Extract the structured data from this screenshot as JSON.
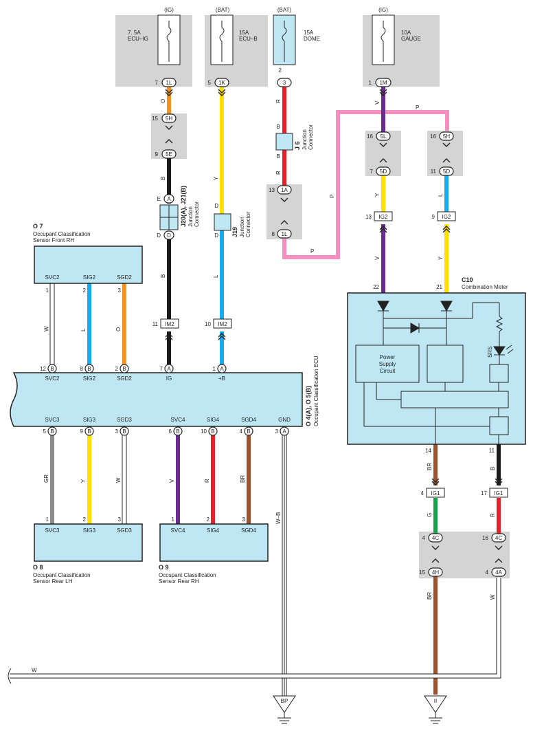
{
  "fuses": [
    {
      "source": "(IG)",
      "rating": "7. 5A",
      "name": "ECU–IG",
      "pin": "7",
      "connector": "1L"
    },
    {
      "source": "(BAT)",
      "rating": "15A",
      "name": "ECU–B",
      "pin": "5",
      "connector": "1K"
    },
    {
      "source": "(BAT)",
      "rating": "15A",
      "name": "DOME",
      "pin": "2",
      "connector": "3"
    },
    {
      "source": "(IG)",
      "rating": "10A",
      "name": "GAUGE",
      "pin": "1",
      "connector": "1M"
    }
  ],
  "wire_colors": {
    "O": "#f39220",
    "Y": "#ffe000",
    "R": "#e8202a",
    "B": "#1a1a1a",
    "L": "#1aabec",
    "P": "#f48fc0",
    "V": "#6a2c90",
    "GR": "#8c8c8c",
    "W": "#ffffff",
    "BR": "#a0522d",
    "G": "#17a34a"
  },
  "texts": {
    "o7_code": "O 7",
    "o7_name1": "Occupant Classification",
    "o7_name2": "Sensor Front RH",
    "o8_code": "O 8",
    "o8_name1": "Occupant Classification",
    "o8_name2": "Sensor Rear LH",
    "o9_code": "O 9",
    "o9_name1": "Occupant Classification",
    "o9_name2": "Sensor Rear RH",
    "ecu_code": "O 4(A), O 5(B)",
    "ecu_name": "Occupant Classification ECU",
    "c10_code": "C10",
    "c10_name": "Combination Meter",
    "psc1": "Power",
    "psc2": "Supply",
    "psc3": "Circuit",
    "srs": "SRS",
    "j6_code": "J 6",
    "j6_name1": "Junction",
    "j6_name2": "Connector",
    "j20_code": "J20(A), J21(B)",
    "j20_name1": "Junction",
    "j20_name2": "Connector",
    "j19_code": "J19",
    "j19_name1": "Junction",
    "j19_name2": "Connector",
    "ground_bp": "BP",
    "ground_ii": "II"
  },
  "connectors": {
    "c5h_a": "5H",
    "c5e": "5E",
    "cA_top": "A",
    "cD_bot": "D",
    "cA_im2": "IM2",
    "cIM2b": "IM2",
    "c1a": "1A",
    "c1l_b": "1L",
    "c5l": "5L",
    "c5d_a": "5D",
    "c5h_b": "5H",
    "c5d_b": "5D",
    "cig2_a": "IG2",
    "cig2_b": "IG2",
    "cig1_a": "IG1",
    "cig1_b": "IG1",
    "c4c_a": "4C",
    "c4c_b": "4C",
    "c4h": "4H",
    "c4a": "4A"
  },
  "ecu_top_pins": [
    {
      "num": "12",
      "conn": "B",
      "name": "SVC2"
    },
    {
      "num": "8",
      "conn": "B",
      "name": "SIG2"
    },
    {
      "num": "2",
      "conn": "B",
      "name": "SGD2"
    },
    {
      "num": "7",
      "conn": "A",
      "name": "IG"
    },
    {
      "num": "1",
      "conn": "A",
      "name": "+B"
    }
  ],
  "ecu_bottom_pins": [
    {
      "num": "5",
      "conn": "B",
      "name": "SVC3"
    },
    {
      "num": "9",
      "conn": "B",
      "name": "SIG3"
    },
    {
      "num": "3",
      "conn": "B",
      "name": "SGD3"
    },
    {
      "num": "6",
      "conn": "B",
      "name": "SVC4"
    },
    {
      "num": "10",
      "conn": "B",
      "name": "SIG4"
    },
    {
      "num": "4",
      "conn": "B",
      "name": "SGD4"
    },
    {
      "num": "3",
      "conn": "A",
      "name": "GND"
    }
  ],
  "o7_pins": [
    "SVC2",
    "SIG2",
    "SGD2"
  ],
  "o8_pins": [
    "SVC3",
    "SIG3",
    "SGD3"
  ],
  "o9_pins": [
    "SVC4",
    "SIG4",
    "SGD4"
  ],
  "pin_numbers": {
    "p15a": "15",
    "p9a": "9",
    "p11a": "11",
    "p10a": "10",
    "p13a": "13",
    "p8a": "8",
    "p16a": "16",
    "p7a": "7",
    "p16b": "16",
    "p11b": "11",
    "p13b": "13",
    "p9b": "9",
    "p22": "22",
    "p21": "21",
    "p14": "14",
    "p11c": "11",
    "p4a": "4",
    "p17a": "17",
    "p4b": "4",
    "p16c": "16",
    "p15b": "15",
    "p4c": "4",
    "o7_1": "1",
    "o7_2": "2",
    "o7_3": "3",
    "o8_1": "1",
    "o8_2": "2",
    "o8_3": "3",
    "o9_1": "1",
    "o9_2": "2",
    "o9_3": "3"
  },
  "jtext": {
    "j20_E": "E",
    "j19_D1": "D",
    "j19_D2": "D",
    "j6_B1": "B",
    "j6_B2": "B"
  },
  "wire_letters": {
    "w_o": "O",
    "w_b1": "B",
    "w_b2": "B",
    "w_y": "Y",
    "w_l": "L",
    "w_r1": "R",
    "w_r2": "R",
    "w_p1": "P",
    "w_p2": "P",
    "w_p3": "P",
    "w_v1": "V",
    "w_v2": "V",
    "w_y2": "Y",
    "w_l2": "L",
    "w_y3": "Y",
    "w_w1": "W",
    "w_l3": "L",
    "w_o2": "O",
    "w_gr": "GR",
    "w_y4": "Y",
    "w_w2": "W",
    "w_v3": "V",
    "w_r3": "R",
    "w_br": "BR",
    "w_wb": "W–B",
    "w_br2": "BR",
    "w_b3": "B",
    "w_g": "G",
    "w_r4": "R",
    "w_br3": "BR",
    "w_w3": "W",
    "w_w4": "W"
  }
}
